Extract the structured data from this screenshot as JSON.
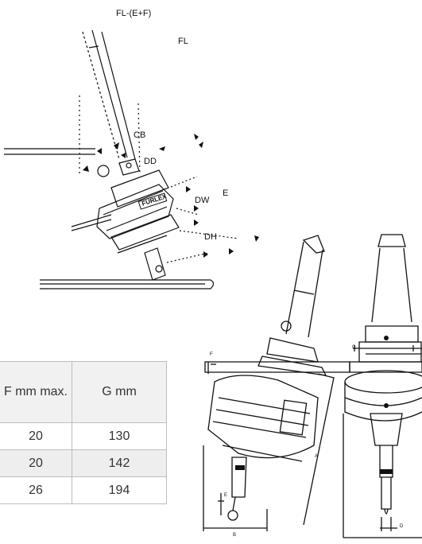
{
  "top_labels": {
    "fl_e_f": "FL-(E+F)",
    "fl": "FL",
    "cb": "CB",
    "dd": "DD",
    "dw": "DW",
    "e": "E",
    "dh": "DH",
    "brand": "FURLEX"
  },
  "bottom_labels": {
    "f": "F",
    "g": "G",
    "a": "A",
    "b": "B",
    "e": "E",
    "d": "D"
  },
  "table": {
    "headers": [
      "F mm max.",
      "G mm"
    ],
    "rows": [
      [
        "20",
        "130"
      ],
      [
        "20",
        "142"
      ],
      [
        "26",
        "194"
      ]
    ]
  }
}
